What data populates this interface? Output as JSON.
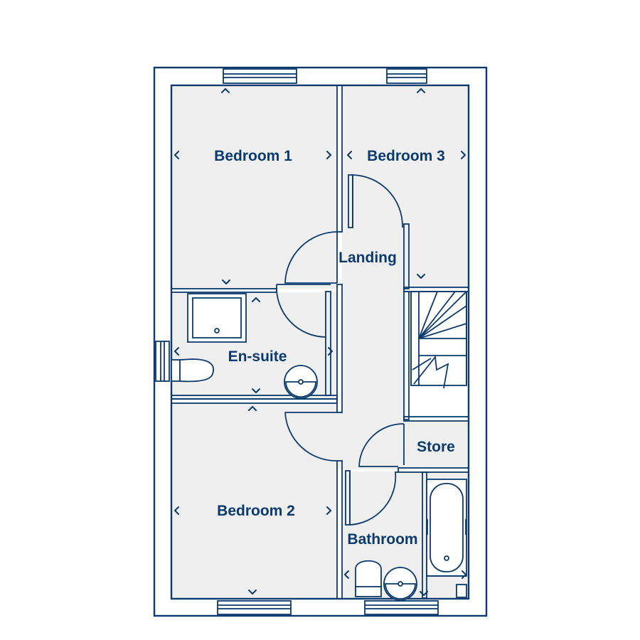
{
  "colors": {
    "line": "#0b3a6e",
    "floor": "#efefef",
    "background": "#ffffff"
  },
  "rooms": {
    "bedroom1": "Bedroom 1",
    "bedroom3": "Bedroom 3",
    "landing": "Landing",
    "ensuite": "En-suite",
    "store": "Store",
    "bedroom2": "Bedroom 2",
    "bathroom": "Bathroom"
  }
}
